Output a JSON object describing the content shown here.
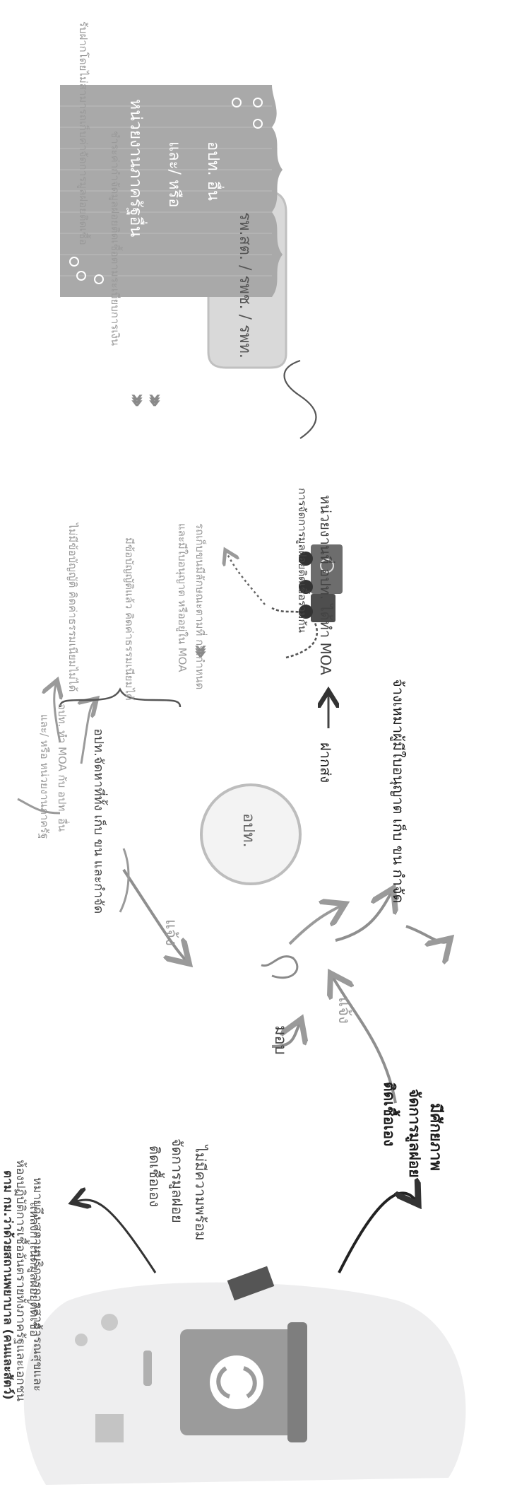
{
  "source": {
    "line1": "แหล่งกำเนิดมูลฝอยติดเชื้อ",
    "line2": "หมายถึง สถานบริการการสาธารณสุขและ",
    "line3": "ห้องปฏิบัติการเชื้ออันตรายทั้งภาครัฐและเอกชน",
    "line4": "ตาม กม.ว่าด้วยสถานพยาบาล (คนและสัตว์)"
  },
  "capable": {
    "title": "มีศักยภาพ",
    "line1": "จัดการมูลฝอย",
    "line2": "ติดเชื้อเอง"
  },
  "not_capable": {
    "line1": "ไม่มีความพร้อม",
    "line2": "จัดการมูลฝอย",
    "line3": "ติดเชื้อเอง"
  },
  "labels": {
    "notify_upper": "แจ้ง",
    "notify_lower": "แจ้ง",
    "delegate": "มอบ",
    "center": "อปท.",
    "hire": "จ้างเหมาผู้มีใบอนุญาต เก็บ ขน กำจัด",
    "deposit": "ฝากส่ง",
    "agency_moa": "หน่วยงานที่ อปท. ได้ทำ MOA",
    "joint": "การจัดการมูลฝอยติดเชื้อร่วมกัน",
    "truck_line1": "รถเก็บขนมีลักษณะตามที่ กม.กำหนด",
    "truck_line2": "และมีใบอนุญาต หรืออยู่ใน MOA",
    "local_collect": "อปท.จัดหาที่ทั้ง เก็บ ขน และกำจัด",
    "local_moa_line1": "อปท. ทำ MOA กับ อปท. อื่น",
    "local_moa_line2": "และ/ หรือ หน่วยงานภาครัฐ",
    "has_regulation": "มีข้อบัญญัติแล้ว คิดค่าธรรมเนียมได้",
    "no_regulation": "ไม่มีข้อบัญญัติ คิดค่าธรรมเนียมไม่ได้",
    "fee_note": "ชำระค่ากำจัดมูลฝอยติดเชื้อตามระเบียบการเงิน",
    "cannot_collect": "รับฝากโดยไม่สามารถเก็บค่าจัดการมูลฝอยติดเชื้อ"
  },
  "boxes": {
    "hospitals": "รพ.สต. / รพช. / รพท.",
    "partner_line1": "อปท. อื่น",
    "partner_line2": "และ/ หรือ",
    "partner_line3": "หน่วยงานภาครัฐอื่น"
  },
  "icons": [
    "recycle-bin-illustration",
    "garbage-truck-icon",
    "flower-icon",
    "chevron-right-icon"
  ]
}
